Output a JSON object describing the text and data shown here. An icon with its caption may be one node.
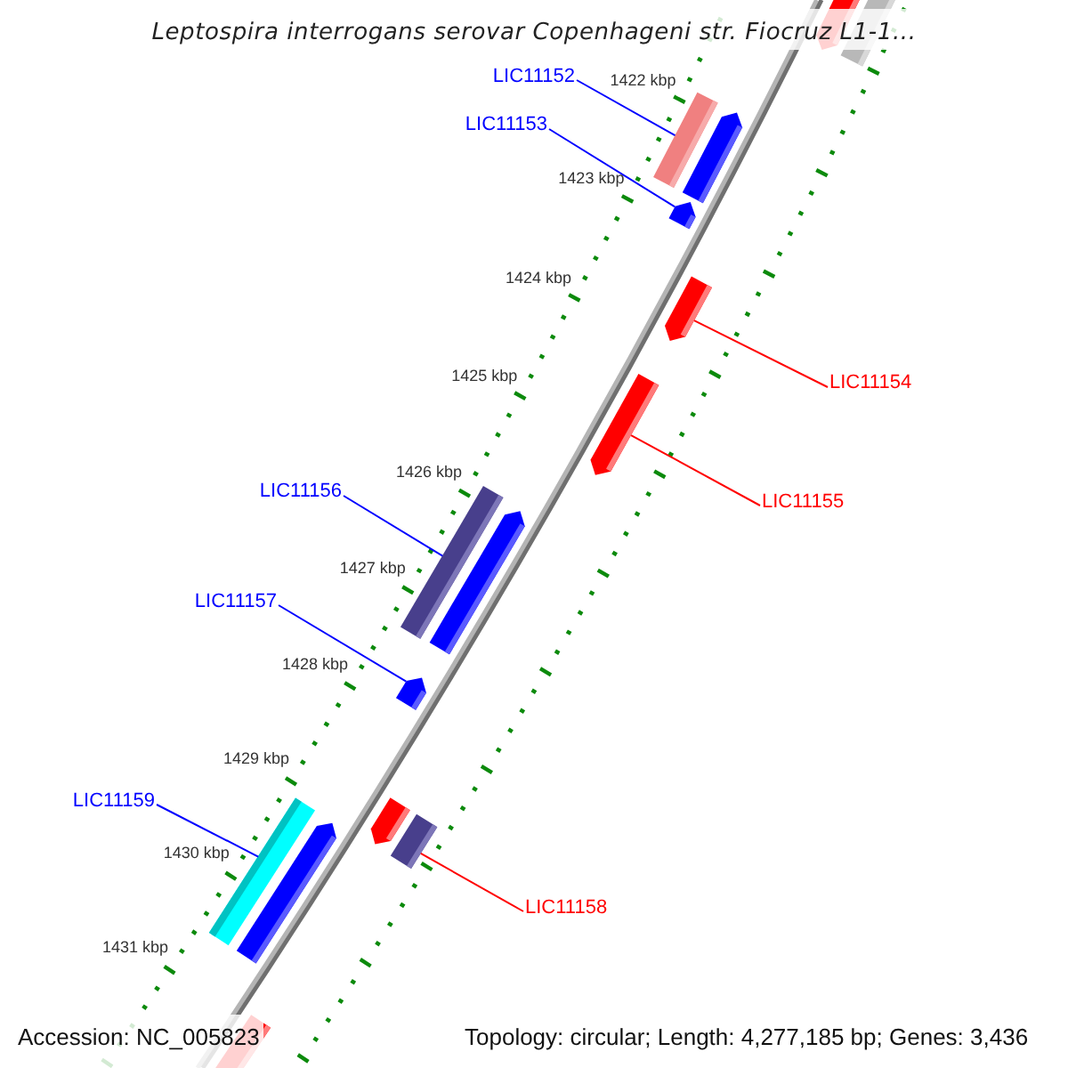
{
  "diagram": {
    "title": "Leptospira interrogans serovar Copenhageni str. Fiocruz L1-1...",
    "nodes": [
      {
        "text": [],
        "shape": "pentagon"
      },
      {
        "text": [],
        "shape": "bar"
      },
      {
        "text": [
          "LIC11152"
        ]
      },
      {
        "text": [],
        "shape": "bar"
      },
      {
        "text": [],
        "shape": "pentagon"
      },
      {
        "text": [
          "LIC11153"
        ]
      },
      {
        "text": [],
        "shape": "pentagon"
      },
      {
        "text": [],
        "shape": "pentagon"
      },
      {
        "text": [
          "LIC11154"
        ]
      },
      {
        "text": [],
        "shape": "pentagon"
      },
      {
        "text": [
          "LIC11156"
        ]
      },
      {
        "text": [],
        "shape": "bar"
      },
      {
        "text": [
          "LIC11155"
        ]
      },
      {
        "text": [],
        "shape": "pentagon"
      },
      {
        "text": [
          "LIC11157"
        ]
      },
      {
        "text": [],
        "shape": "pentagon"
      },
      {
        "text": [
          "LIC11159"
        ]
      },
      {
        "text": [],
        "shape": "bar"
      },
      {
        "text": [],
        "shape": "pentagon"
      },
      {
        "text": [],
        "shape": "bar"
      },
      {
        "text": [],
        "shape": "pentagon"
      },
      {
        "text": [
          "LIC11158"
        ]
      },
      {
        "text": [],
        "shape": "pentagon"
      }
    ],
    "edges": [
      {
        "from": 2,
        "to": 3,
        "arrow": "none"
      },
      {
        "from": 5,
        "to": 6,
        "arrow": "none"
      },
      {
        "from": 8,
        "to": 7,
        "arrow": "none",
        "color": "#ff0000"
      },
      {
        "from": 10,
        "to": 11,
        "arrow": "none"
      },
      {
        "from": 12,
        "to": 9,
        "arrow": "none",
        "color": "#ff0000"
      },
      {
        "from": 14,
        "to": 15,
        "arrow": "none"
      },
      {
        "from": 16,
        "to": 17,
        "arrow": "none"
      },
      {
        "from": 21,
        "to": 19,
        "arrow": "none",
        "color": "#ff0000"
      }
    ],
    "labels": [
      "1422 kbp",
      "1423 kbp",
      "1424 kbp",
      "1425 kbp",
      "1426 kbp",
      "1427 kbp",
      "1428 kbp",
      "1429 kbp",
      "1430 kbp",
      "1431 kbp",
      "Accession: NC_005823",
      "Topology: circular; Length: 4,277,185 bp; Genes: 3,436"
    ]
  }
}
